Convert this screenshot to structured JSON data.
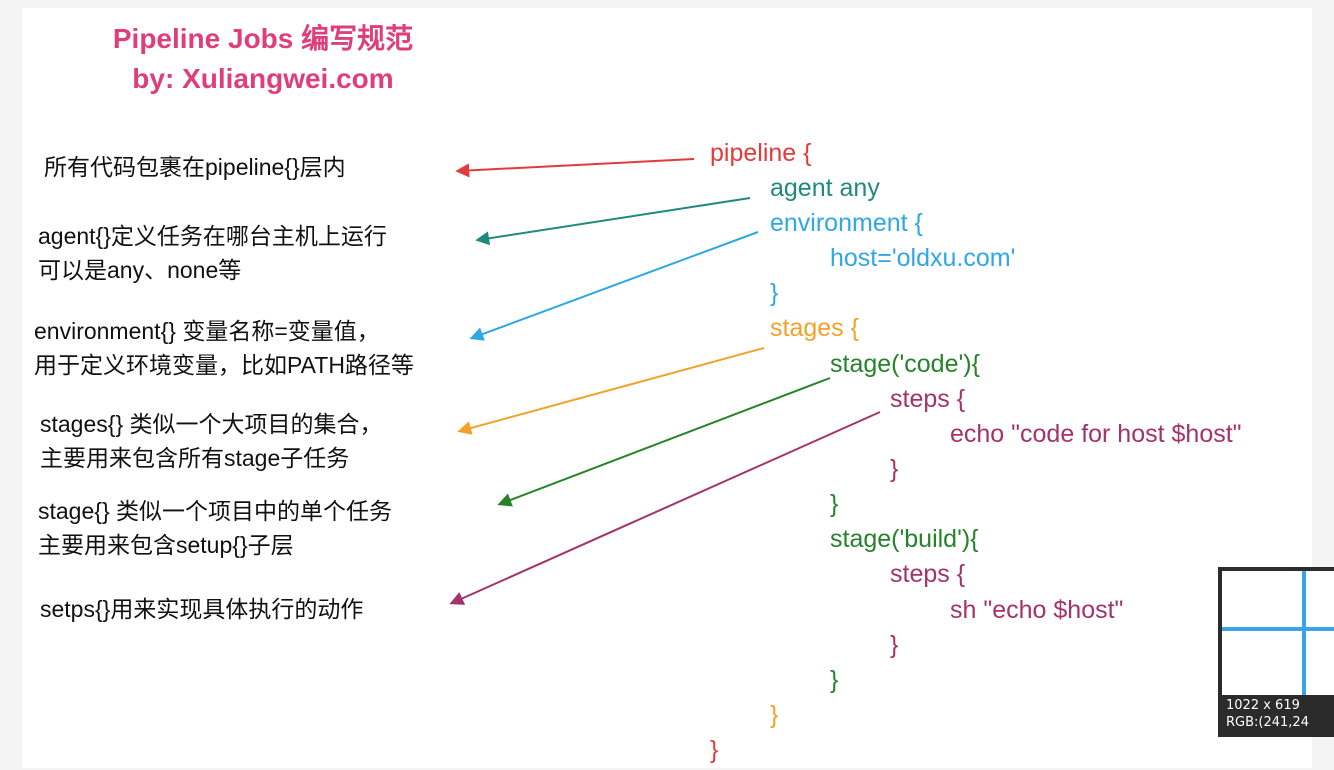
{
  "title": {
    "line1": "Pipeline Jobs 编写规范",
    "line2": "by: Xuliangwei.com"
  },
  "descriptions": [
    {
      "lines": [
        "所有代码包裹在pipeline{}层内"
      ]
    },
    {
      "lines": [
        "agent{}定义任务在哪台主机上运行",
        "可以是any、none等"
      ]
    },
    {
      "lines": [
        "environment{} 变量名称=变量值，",
        "用于定义环境变量，比如PATH路径等"
      ]
    },
    {
      "lines": [
        "stages{} 类似一个大项目的集合，",
        "主要用来包含所有stage子任务"
      ]
    },
    {
      "lines": [
        "stage{} 类似一个项目中的单个任务",
        "主要用来包含setup{}子层"
      ]
    },
    {
      "lines": [
        "setps{}用来实现具体执行的动作"
      ]
    }
  ],
  "code": [
    {
      "text": "pipeline {",
      "color": "#e23b3b"
    },
    {
      "text": "agent any",
      "color": "#1f8a7c"
    },
    {
      "text": "environment {",
      "color": "#2fa7e6"
    },
    {
      "text": "host='oldxu.com'",
      "color": "#2fa7e6"
    },
    {
      "text": "}",
      "color": "#2fa7e6"
    },
    {
      "text": "stages {",
      "color": "#f4a128"
    },
    {
      "text": "stage('code'){",
      "color": "#27832a"
    },
    {
      "text": "steps {",
      "color": "#a3336a"
    },
    {
      "text": "echo \"code for host $host\"",
      "color": "#a3336a"
    },
    {
      "text": "}",
      "color": "#a3336a"
    },
    {
      "text": "}",
      "color": "#27832a"
    },
    {
      "text": "stage('build'){",
      "color": "#27832a"
    },
    {
      "text": "steps {",
      "color": "#a3336a"
    },
    {
      "text": "sh \"echo $host\"",
      "color": "#a3336a"
    },
    {
      "text": "}",
      "color": "#a3336a"
    },
    {
      "text": "}",
      "color": "#27832a"
    },
    {
      "text": "}",
      "color": "#f4a128"
    },
    {
      "text": "}",
      "color": "#e23b3b"
    }
  ],
  "picker": {
    "size": "1022 x 619",
    "rgb": "RGB:(241,24"
  },
  "colors": {
    "title": "#de3f7c",
    "pipeline": "#e23b3b",
    "agent": "#1f8a7c",
    "environment": "#2fa7e6",
    "stages": "#f4a128",
    "stage": "#27832a",
    "steps": "#a3336a"
  }
}
